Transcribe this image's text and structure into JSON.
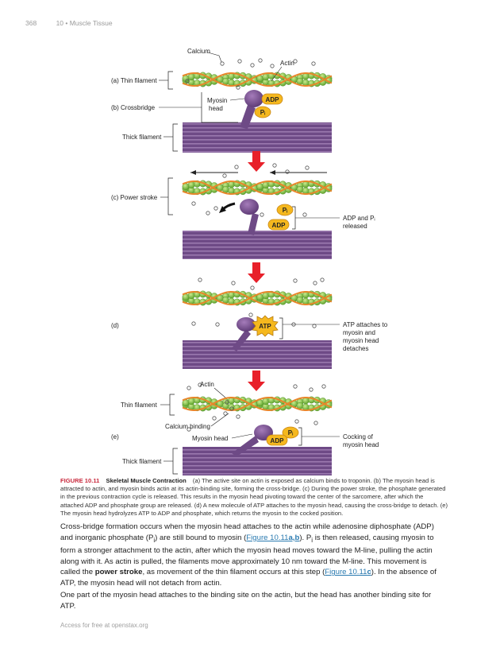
{
  "header": {
    "page_number": "368",
    "chapter": "10 • Muscle Tissue"
  },
  "figure": {
    "panel_a": {
      "calcium": "Calcium",
      "actin": "Actin",
      "thin_filament": "(a) Thin filament",
      "crossbridge": "(b) Crossbridge",
      "myosin_head_1": "Myosin",
      "myosin_head_2": "head",
      "adp": "ADP",
      "pi": "Pᵢ",
      "thick_filament": "Thick filament"
    },
    "panel_c": {
      "power_stroke": "(c) Power stroke",
      "pi": "Pᵢ",
      "adp": "ADP",
      "released_1": "ADP and Pᵢ",
      "released_2": "released"
    },
    "panel_d": {
      "label": "(d)",
      "atp": "ATP",
      "detach_1": "ATP attaches to",
      "detach_2": "myosin and",
      "detach_3": "myosin head",
      "detach_4": "detaches"
    },
    "panel_e": {
      "actin": "Actin",
      "thin_filament": "Thin filament",
      "calcium_binding": "Calcium binding",
      "label": "(e)",
      "myosin_head": "Myosin head",
      "pi": "Pᵢ",
      "adp": "ADP",
      "cocking_1": "Cocking of",
      "cocking_2": "myosin head",
      "thick_filament": "Thick filament"
    }
  },
  "caption": {
    "number": "FIGURE 10.11",
    "title": "Skeletal Muscle Contraction",
    "text": "(a) The active site on actin is exposed as calcium binds to troponin. (b) The myosin head is attracted to actin, and myosin binds actin at its actin-binding site, forming the cross-bridge. (c) During the power stroke, the phosphate generated in the previous contraction cycle is released. This results in the myosin head pivoting toward the center of the sarcomere, after which the attached ADP and phosphate group are released. (d) A new molecule of ATP attaches to the myosin head, causing the cross-bridge to detach. (e) The myosin head hydrolyzes ATP to ADP and phosphate, which returns the myosin to the cocked position."
  },
  "paragraph1": {
    "s1": "Cross-bridge formation occurs when the myosin head attaches to the actin while adenosine diphosphate (ADP) and inorganic phosphate (P",
    "sub_i": "i",
    "s2": ") are still bound to myosin (",
    "link1": "Figure 10.11",
    "link1_bold": "a,b",
    "s3": "). P",
    "s4": " is then released, causing myosin to form a stronger attachment to the actin, after which the myosin head moves toward the M-line, pulling the actin along with it. As actin is pulled, the filaments move approximately 10 nm toward the M-line. This movement is called the ",
    "bold": "power stroke",
    "s5": ", as movement of the thin filament occurs at this step (",
    "link2": "Figure 10.11",
    "link2_bold": "c",
    "s6": "). In the absence of ATP, the myosin head will not detach from actin."
  },
  "paragraph2": "One part of the myosin head attaches to the binding site on the actin, but the head has another binding site for ATP.",
  "footer": "Access for free at openstax.org",
  "colors": {
    "actin_green": "#7fbf3f",
    "tropomyosin_orange": "#e8862a",
    "myosin_purple": "#7a4f8f",
    "label_yellow": "#f5b81e",
    "arrow_red": "#e8202a",
    "caption_red": "#c8283c",
    "link_blue": "#2a7ab0"
  }
}
